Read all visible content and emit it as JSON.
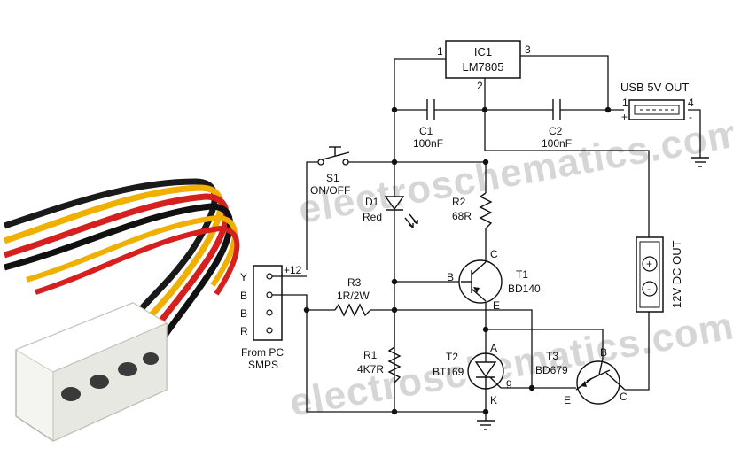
{
  "watermark": "electroschematics.com",
  "ic1": {
    "name": "IC1",
    "part": "LM7805",
    "pin1": "1",
    "pin2": "2",
    "pin3": "3"
  },
  "usb": {
    "label": "USB 5V OUT",
    "pin1": "1",
    "pin4": "4",
    "plus": "+",
    "minus": "-"
  },
  "c1": {
    "name": "C1",
    "value": "100nF"
  },
  "c2": {
    "name": "C2",
    "value": "100nF"
  },
  "s1": {
    "name": "S1",
    "desc": "ON/OFF"
  },
  "d1": {
    "name": "D1",
    "color": "Red"
  },
  "r2": {
    "name": "R2",
    "value": "68R"
  },
  "r3": {
    "name": "R3",
    "value": "1R/2W"
  },
  "r1": {
    "name": "R1",
    "value": "4K7R"
  },
  "t1": {
    "name": "T1",
    "part": "BD140",
    "b": "B",
    "c": "C",
    "e": "E"
  },
  "t2": {
    "name": "T2",
    "part": "BT169",
    "a": "A",
    "k": "K",
    "g": "g"
  },
  "t3": {
    "name": "T3",
    "part": "BD679",
    "b": "B",
    "c": "C",
    "e": "E"
  },
  "dc_out": {
    "label": "12V DC OUT",
    "plus": "+",
    "minus": "-"
  },
  "connector": {
    "pins": [
      "Y",
      "B",
      "B",
      "R"
    ],
    "v12": "+12",
    "from1": "From PC",
    "from2": "SMPS"
  }
}
